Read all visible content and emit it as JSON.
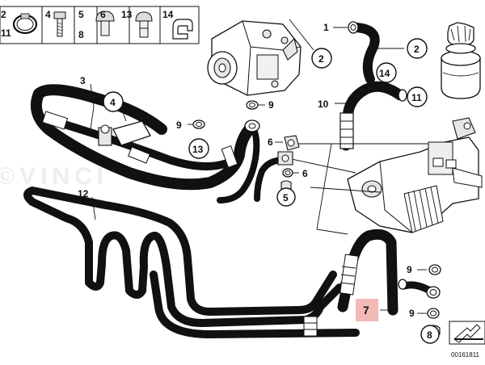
{
  "header_legend": [
    {
      "n1": "2",
      "n2": "11"
    },
    {
      "n1": "4",
      "n2": ""
    },
    {
      "n1": "5",
      "n2": "8"
    },
    {
      "n1": "6",
      "n2": ""
    },
    {
      "n1": "13",
      "n2": ""
    },
    {
      "n1": "14",
      "n2": ""
    }
  ],
  "callouts": {
    "c1": "1",
    "c2a": "2",
    "c2b": "2",
    "c3": "3",
    "c4": "4",
    "c5": "5",
    "c6a": "6",
    "c6b": "6",
    "c7": "7",
    "c8": "8",
    "c9a": "9",
    "c9b": "9",
    "c9c": "9",
    "c9d": "9",
    "c10": "10",
    "c11": "11",
    "c12": "12",
    "c13": "13",
    "c14": "14"
  },
  "watermark": "©VINCI",
  "diagram_number": "00161811",
  "colors": {
    "highlight": "#f3b9b9",
    "ink": "#111111",
    "grey_part": "#e6e6e6"
  }
}
